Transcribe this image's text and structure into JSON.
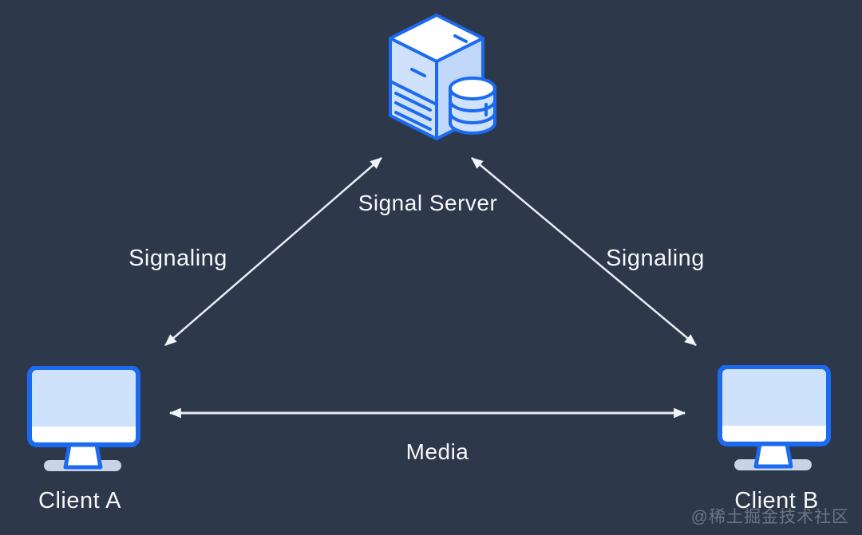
{
  "diagram": {
    "watermark": "@稀土掘金技术社区",
    "colors": {
      "background": "#2d384a",
      "icon_stroke_blue": "#1b6af0",
      "icon_fill_light_blue": "#cfe2fc",
      "icon_fill_white": "#ffffff",
      "monitor_base_gray_blue": "#c8d4e6",
      "arrow_line": "#e9eef5",
      "label_text": "#f5f7fa",
      "watermark_text": "#a0a8b4"
    },
    "nodes": [
      {
        "id": "signal-server",
        "label": "Signal Server",
        "icon": "server-with-database-icon"
      },
      {
        "id": "client-a",
        "label": "Client A",
        "icon": "desktop-monitor-icon"
      },
      {
        "id": "client-b",
        "label": "Client B",
        "icon": "desktop-monitor-icon"
      }
    ],
    "edges": [
      {
        "from": "signal-server",
        "to": "client-a",
        "label": "Signaling",
        "direction": "bidirectional"
      },
      {
        "from": "signal-server",
        "to": "client-b",
        "label": "Signaling",
        "direction": "bidirectional"
      },
      {
        "from": "client-a",
        "to": "client-b",
        "label": "Media",
        "direction": "bidirectional"
      }
    ]
  }
}
